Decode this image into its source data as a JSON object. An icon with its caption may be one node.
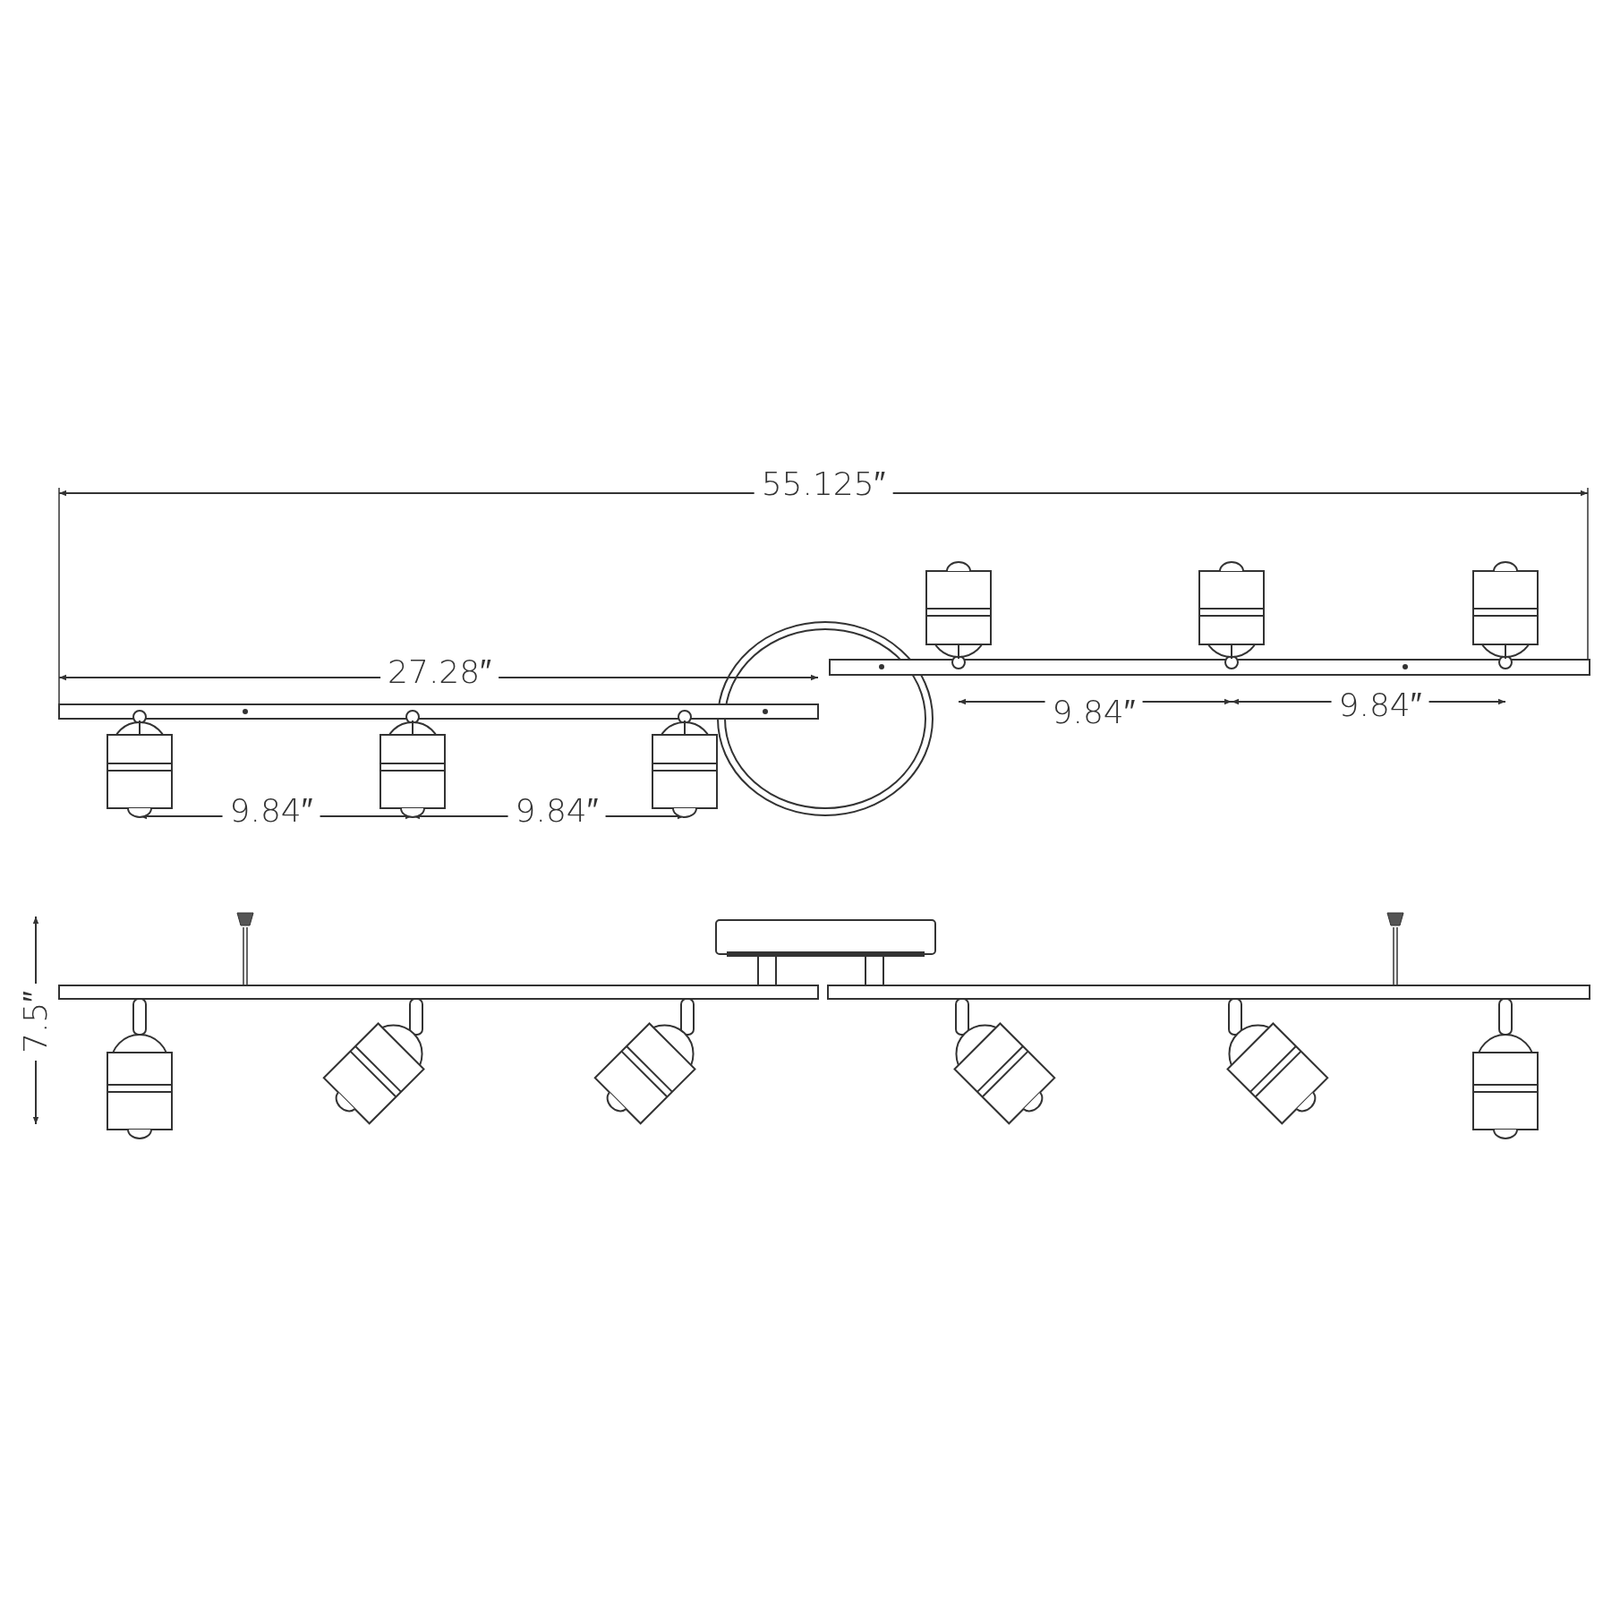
{
  "diagram": {
    "labels": [
      "55.125″",
      "27.28″",
      "9.84″",
      "9.84″",
      "9.84″",
      "9.84″",
      "7.5″"
    ]
  }
}
